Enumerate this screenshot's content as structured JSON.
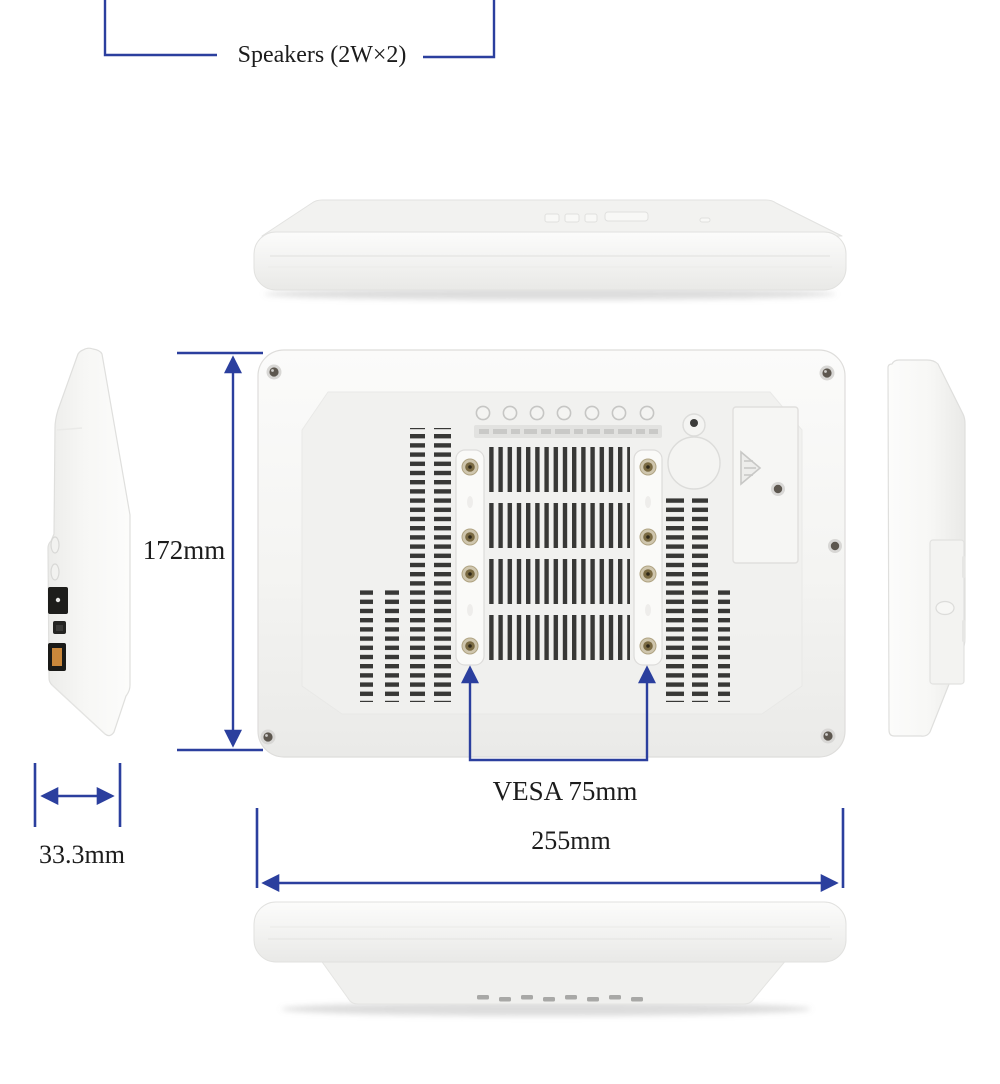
{
  "diagram": {
    "annotations": {
      "speakers_label": "Speakers (2W×2)",
      "height_label": "172mm",
      "vesa_label": "VESA 75mm",
      "width_label": "255mm",
      "depth_label": "33.3mm"
    },
    "colors": {
      "dimension_line": "#2b3f9e",
      "label_text": "#1c1c1c",
      "device_body": "#f4f4f2",
      "vent_slat": "#383836",
      "vesa_screw": "#8f7c52",
      "usb_port_inner": "#c9873b"
    },
    "back_view_details": {
      "osd_button_count": 7,
      "vesa_screw_count": 8,
      "corner_screw_count": 4
    }
  }
}
